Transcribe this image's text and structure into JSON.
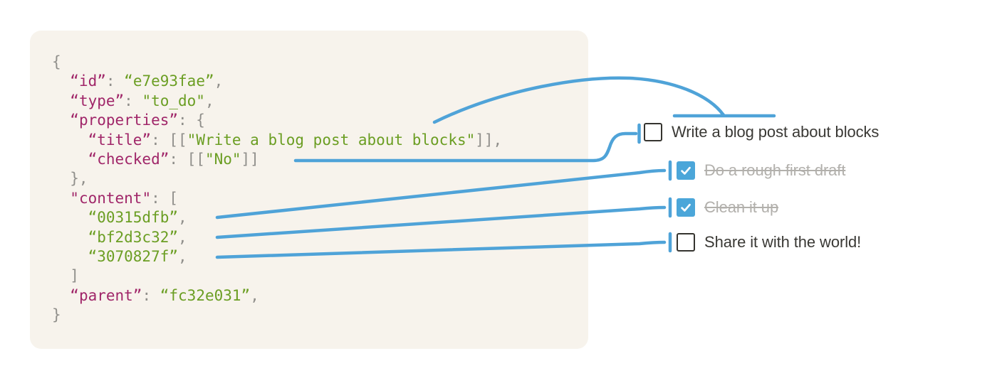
{
  "colors": {
    "accent": "#4fa3d8",
    "key": "#a02669",
    "value": "#6b9e23",
    "punct": "#908f8b",
    "panel": "#f7f3ec",
    "text": "#3a3935",
    "done": "#b2b0ac",
    "checkfill": "#4ba6d9",
    "cbborder": "#35342f"
  },
  "code": {
    "lines": [
      [
        [
          "p",
          "{"
        ]
      ],
      [
        [
          "p",
          "  "
        ],
        [
          "k",
          "“id”"
        ],
        [
          "p",
          ": "
        ],
        [
          "v",
          "“e7e93fae”"
        ],
        [
          "p",
          ","
        ]
      ],
      [
        [
          "p",
          "  "
        ],
        [
          "k",
          "“type”"
        ],
        [
          "p",
          ": "
        ],
        [
          "v",
          "\"to_do\""
        ],
        [
          "p",
          ","
        ]
      ],
      [
        [
          "p",
          "  "
        ],
        [
          "k",
          "“properties”"
        ],
        [
          "p",
          ": {"
        ]
      ],
      [
        [
          "p",
          "    "
        ],
        [
          "k",
          "“title”"
        ],
        [
          "p",
          ": [["
        ],
        [
          "v",
          "\"Write a blog post about blocks\""
        ],
        [
          "p",
          "]],"
        ]
      ],
      [
        [
          "p",
          "    "
        ],
        [
          "k",
          "“checked”"
        ],
        [
          "p",
          ": [["
        ],
        [
          "v",
          "\"No\""
        ],
        [
          "p",
          "]]"
        ]
      ],
      [
        [
          "p",
          "  },"
        ]
      ],
      [
        [
          "p",
          "  "
        ],
        [
          "k",
          "\"content\""
        ],
        [
          "p",
          ": ["
        ]
      ],
      [
        [
          "p",
          "    "
        ],
        [
          "v",
          "“00315dfb”"
        ],
        [
          "p",
          ","
        ]
      ],
      [
        [
          "p",
          "    "
        ],
        [
          "v",
          "“bf2d3c32”"
        ],
        [
          "p",
          ","
        ]
      ],
      [
        [
          "p",
          "    "
        ],
        [
          "v",
          "“3070827f”"
        ],
        [
          "p",
          ","
        ]
      ],
      [
        [
          "p",
          "  ]"
        ]
      ],
      [
        [
          "p",
          "  "
        ],
        [
          "k",
          "“parent”"
        ],
        [
          "p",
          ": "
        ],
        [
          "v",
          "“fc32e031”"
        ],
        [
          "p",
          ","
        ]
      ],
      [
        [
          "p",
          "}"
        ]
      ]
    ]
  },
  "todo": {
    "items": [
      {
        "label": "Write a blog post about blocks",
        "checked": false,
        "done": false
      },
      {
        "label": "Do a rough first draft",
        "checked": true,
        "done": true
      },
      {
        "label": "Clean it up",
        "checked": true,
        "done": true
      },
      {
        "label": "Share it with the world!",
        "checked": false,
        "done": false
      }
    ]
  }
}
